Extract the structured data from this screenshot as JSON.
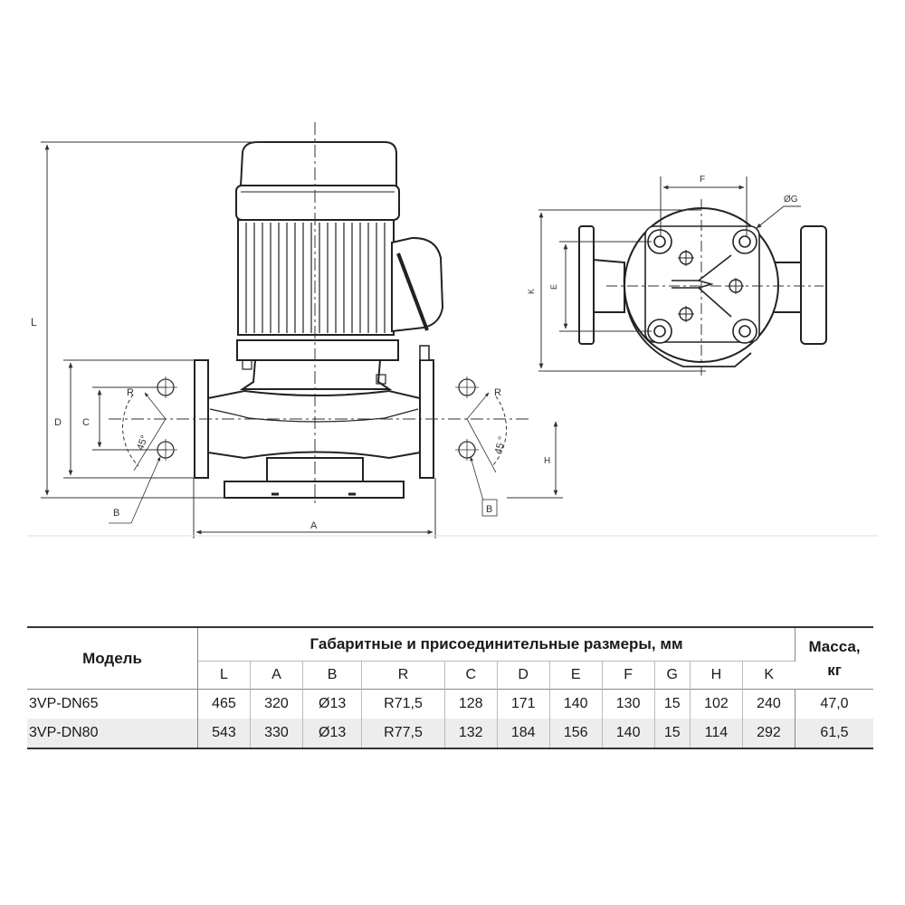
{
  "drawing_labels": {
    "L": "L",
    "D": "D",
    "C": "C",
    "R_left": "R",
    "R_right": "R",
    "angle_left": "45°",
    "angle_right": "45 °",
    "B_left": "B",
    "B_right": "B",
    "A": "A",
    "H": "H",
    "F": "F",
    "G": "ØG",
    "K": "K",
    "E": "E"
  },
  "table": {
    "model_header": "Модель",
    "group_header": "Габаритные и присоединительные размеры, мм",
    "mass_header_line1": "Масса,",
    "mass_header_line2": "кг",
    "columns": [
      "L",
      "A",
      "B",
      "R",
      "C",
      "D",
      "E",
      "F",
      "G",
      "H",
      "K"
    ],
    "rows": [
      {
        "model": "3VP-DN65",
        "values": [
          "465",
          "320",
          "Ø13",
          "R71,5",
          "128",
          "171",
          "140",
          "130",
          "15",
          "102",
          "240"
        ],
        "mass": "47,0"
      },
      {
        "model": "3VP-DN80",
        "values": [
          "543",
          "330",
          "Ø13",
          "R77,5",
          "132",
          "184",
          "156",
          "140",
          "15",
          "114",
          "292"
        ],
        "mass": "61,5"
      }
    ]
  }
}
